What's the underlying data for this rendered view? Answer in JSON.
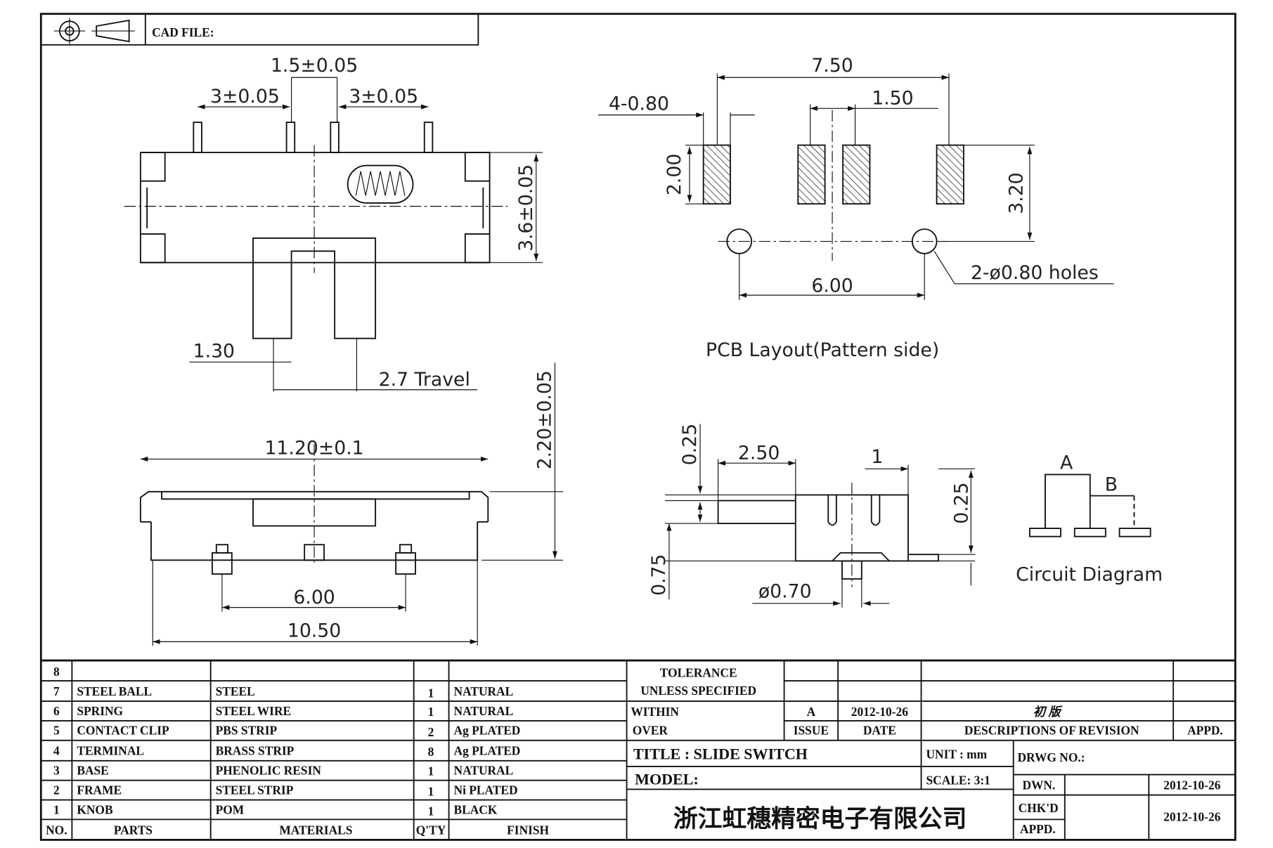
{
  "header": {
    "cad_file_label": "CAD FILE:",
    "icons": [
      "projection-crosshair-icon",
      "projection-cone-icon"
    ]
  },
  "top_view": {
    "dim_pitch_center": "1.5±0.05",
    "dim_pitch_left": "3±0.05",
    "dim_pitch_right": "3±0.05",
    "dim_height": "3.6±0.05",
    "dim_knob": "1.30",
    "dim_travel": "2.7 Travel"
  },
  "front_view": {
    "dim_length": "11.20±0.1",
    "dim_height": "2.20±0.05",
    "dim_pin_span": "6.00",
    "dim_base": "10.50"
  },
  "pcb": {
    "dim_total": "7.50",
    "dim_pad_pitch": "1.50",
    "dim_pad_width": "4-0.80",
    "dim_pad_height": "2.00",
    "dim_row": "3.20",
    "dim_holes_span": "6.00",
    "holes_note": "2-ø0.80 holes",
    "caption": "PCB Layout(Pattern side)"
  },
  "side_view": {
    "dim_actuator": "2.50",
    "dim_a": "0.25",
    "dim_b": "1",
    "dim_c": "0.25",
    "dim_d": "0.75",
    "dim_pin": "ø0.70"
  },
  "circuit": {
    "label_a": "A",
    "label_b": "B",
    "caption": "Circuit Diagram"
  },
  "bom": {
    "rows": [
      {
        "no": "8",
        "part": "",
        "material": "",
        "qty": "",
        "finish": ""
      },
      {
        "no": "7",
        "part": "STEEL BALL",
        "material": "STEEL",
        "qty": "1",
        "finish": "NATURAL"
      },
      {
        "no": "6",
        "part": "SPRING",
        "material": "STEEL WIRE",
        "qty": "1",
        "finish": "NATURAL"
      },
      {
        "no": "5",
        "part": "CONTACT CLIP",
        "material": "PBS STRIP",
        "qty": "2",
        "finish": "Ag PLATED"
      },
      {
        "no": "4",
        "part": "TERMINAL",
        "material": "BRASS STRIP",
        "qty": "8",
        "finish": "Ag PLATED"
      },
      {
        "no": "3",
        "part": "BASE",
        "material": "PHENOLIC RESIN",
        "qty": "1",
        "finish": "NATURAL"
      },
      {
        "no": "2",
        "part": "FRAME",
        "material": "STEEL STRIP",
        "qty": "1",
        "finish": "Ni PLATED"
      },
      {
        "no": "1",
        "part": "KNOB",
        "material": "POM",
        "qty": "1",
        "finish": "BLACK"
      }
    ],
    "headers": {
      "no": "NO.",
      "part": "PARTS",
      "material": "MATERIALS",
      "qty": "Q'TY",
      "finish": "FINISH"
    }
  },
  "title_block": {
    "tolerance_1": "TOLERANCE",
    "tolerance_2": "UNLESS   SPECIFIED",
    "within": "WITHIN",
    "over": "OVER",
    "issue_value": "A",
    "date_value": "2012-10-26",
    "revision_value": "初 版",
    "issue_label": "ISSUE",
    "date_label": "DATE",
    "revision_label": "DESCRIPTIONS OF REVISION",
    "appd_label": "APPD.",
    "title": "TITLE :  SLIDE SWITCH",
    "unit": "UNIT :  mm",
    "drwg_no": "DRWG NO.:",
    "model": "MODEL:",
    "scale": "SCALE:  3:1",
    "dwn_label": "DWN.",
    "dwn_date": "2012-10-26",
    "chkd_label": "CHK'D",
    "appd2_label": "APPD.",
    "chkd_date": "2012-10-26",
    "company": "浙江虹穗精密电子有限公司"
  }
}
